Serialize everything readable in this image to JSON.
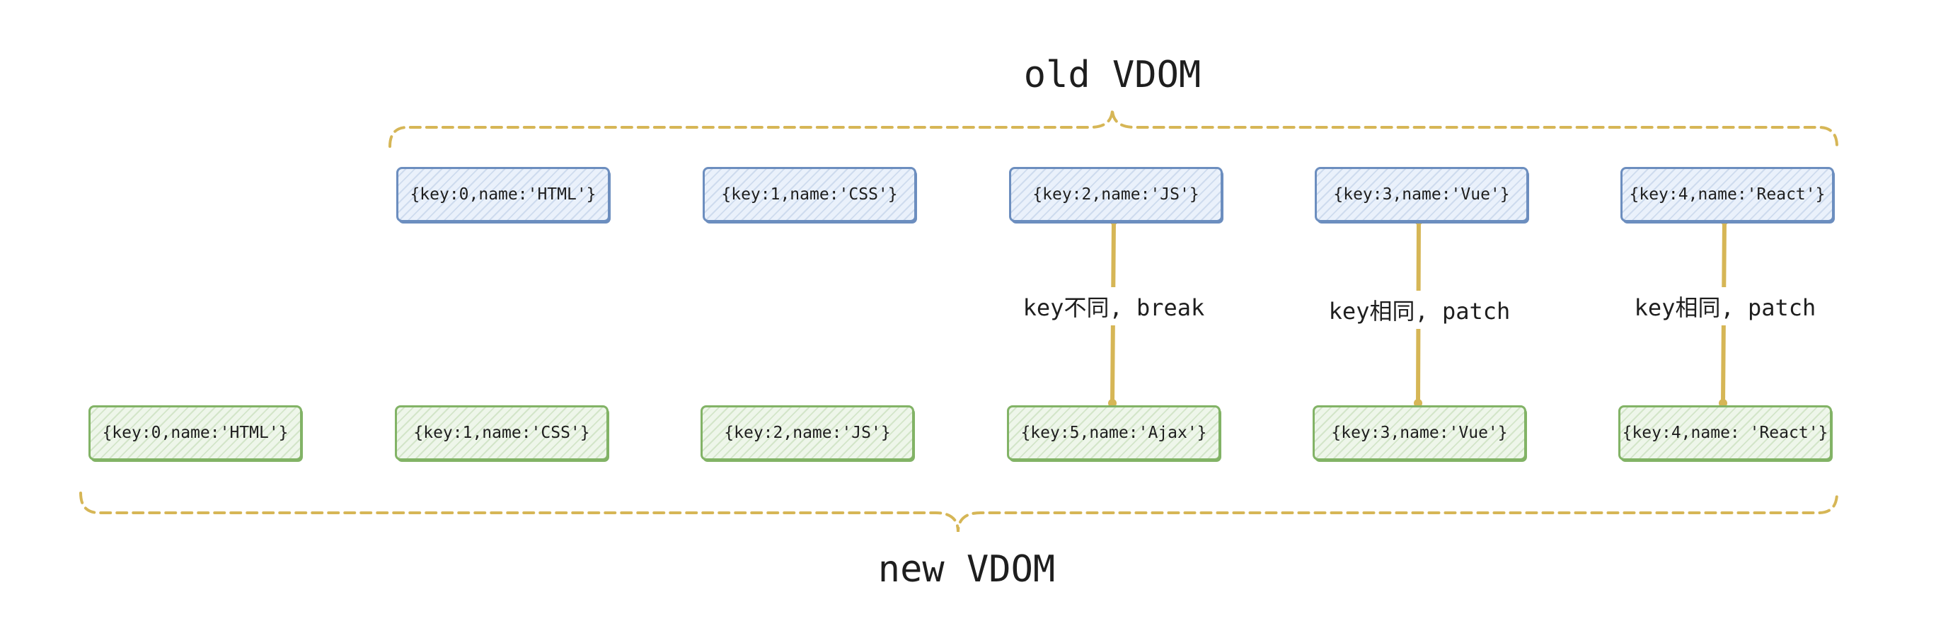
{
  "diagram": {
    "old_title": "old VDOM",
    "new_title": "new VDOM",
    "old_nodes": [
      {
        "label": "{key:0,name:'HTML'}"
      },
      {
        "label": "{key:1,name:'CSS'}"
      },
      {
        "label": "{key:2,name:'JS'}"
      },
      {
        "label": "{key:3,name:'Vue'}"
      },
      {
        "label": "{key:4,name:'React'}"
      }
    ],
    "new_nodes": [
      {
        "label": "{key:0,name:'HTML'}"
      },
      {
        "label": "{key:1,name:'CSS'}"
      },
      {
        "label": "{key:2,name:'JS'}"
      },
      {
        "label": "{key:5,name:'Ajax'}"
      },
      {
        "label": "{key:3,name:'Vue'}"
      },
      {
        "label": "{key:4,name: 'React'}"
      }
    ],
    "edges": [
      {
        "from": "old-2",
        "to": "new-3",
        "label": "key不同, break"
      },
      {
        "from": "old-3",
        "to": "new-4",
        "label": "key相同, patch"
      },
      {
        "from": "old-4",
        "to": "new-5",
        "label": "key相同, patch"
      }
    ],
    "colors": {
      "old_stroke": "#6c8ebf",
      "old_fill": "#dae8fc",
      "new_stroke": "#82b366",
      "new_fill": "#d5e8d4",
      "connector": "#d6b656",
      "text": "#1e1e1e"
    }
  }
}
